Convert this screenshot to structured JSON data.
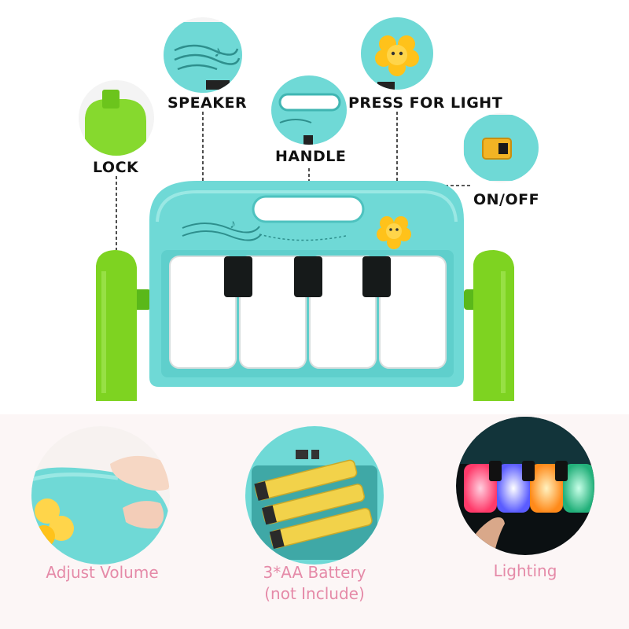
{
  "callouts": {
    "speaker": "SPEAKER",
    "press_for_light": "PRESS FOR LIGHT",
    "lock": "LOCK",
    "handle": "HANDLE",
    "on_off": "ON/OFF"
  },
  "features": {
    "volume": "Adjust Volume",
    "battery_line1": "3*AA  Battery",
    "battery_line2": "(not Include)",
    "lighting": "Lighting"
  },
  "colors": {
    "toy_body": "#6fd9d6",
    "side_green": "#7ed321",
    "caption_pink": "#e58aa8",
    "battery_yellow": "#f2d24a"
  }
}
